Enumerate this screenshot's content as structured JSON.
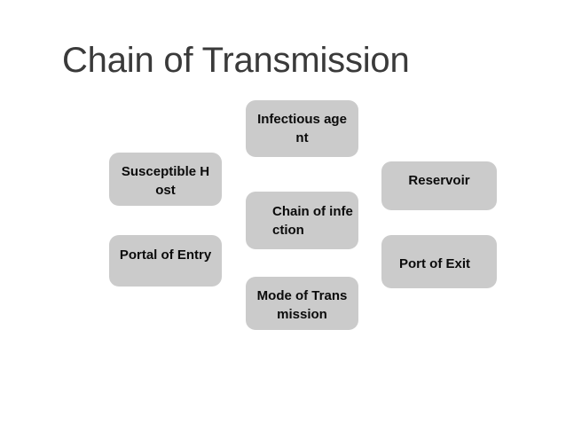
{
  "slide": {
    "title": "Chain of Transmission",
    "background_color": "#ffffff",
    "title_color": "#3a3a3a",
    "node_fill_color": "#cbcbcb",
    "node_text_color": "#0b0b0b"
  },
  "diagram": {
    "type": "cycle-diagram",
    "nodes": [
      {
        "id": "infectious-agent",
        "label": "Infectious agent",
        "column": "center",
        "align": "center"
      },
      {
        "id": "reservoir",
        "label": "Reservoir",
        "column": "right",
        "align": "center"
      },
      {
        "id": "port-of-exit",
        "label": "Port of Exit",
        "column": "right",
        "align": "left"
      },
      {
        "id": "mode-of-transmission",
        "label": "Mode of Transmission",
        "column": "center",
        "align": "center"
      },
      {
        "id": "portal-of-entry",
        "label": "Portal of Entry",
        "column": "left",
        "align": "center"
      },
      {
        "id": "susceptible-host",
        "label": "Susceptible Host",
        "column": "left",
        "align": "center"
      },
      {
        "id": "chain-of-infection",
        "label": "Chain of infection",
        "column": "center",
        "align": "left"
      }
    ]
  }
}
